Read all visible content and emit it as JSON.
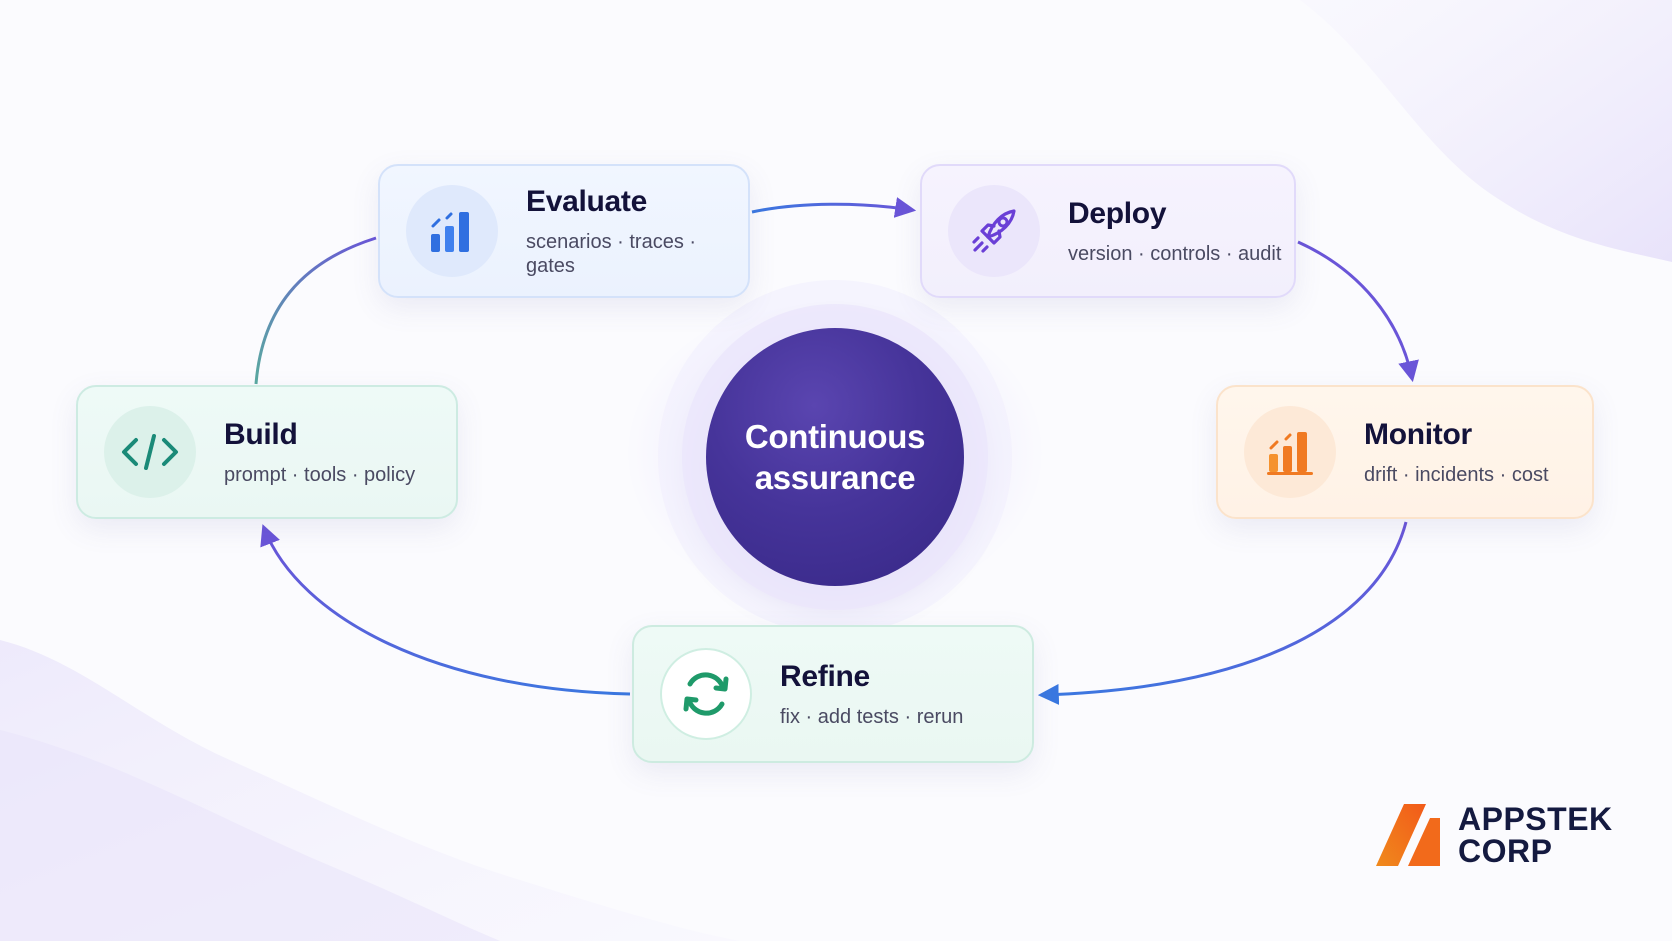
{
  "center": {
    "label": "Continuous\nassurance"
  },
  "nodes": [
    {
      "id": "evaluate",
      "title": "Evaluate",
      "subtitle": "scenarios · traces · gates",
      "icon": "bar-chart-icon",
      "accent": "#2f6fe0"
    },
    {
      "id": "deploy",
      "title": "Deploy",
      "subtitle": "version · controls · audit",
      "icon": "rocket-icon",
      "accent": "#6a3fd6"
    },
    {
      "id": "monitor",
      "title": "Monitor",
      "subtitle": "drift · incidents · cost",
      "icon": "bar-chart-icon",
      "accent": "#f07a22"
    },
    {
      "id": "refine",
      "title": "Refine",
      "subtitle": "fix · add tests · rerun",
      "icon": "refresh-icon",
      "accent": "#1f9a6a"
    },
    {
      "id": "build",
      "title": "Build",
      "subtitle": "prompt · tools · policy",
      "icon": "code-icon",
      "accent": "#1a8a78"
    }
  ],
  "edges": [
    {
      "from": "evaluate",
      "to": "deploy"
    },
    {
      "from": "deploy",
      "to": "monitor"
    },
    {
      "from": "monitor",
      "to": "refine"
    },
    {
      "from": "refine",
      "to": "build"
    },
    {
      "from": "build",
      "to": "evaluate"
    }
  ],
  "colors": {
    "arrow_purple": "#6a55d8",
    "arrow_blue": "#3a78e0",
    "center_fill": "#41309a"
  },
  "logo": {
    "line1": "APPSTEK",
    "line2": "CORP",
    "accent": "#f26a1b"
  }
}
